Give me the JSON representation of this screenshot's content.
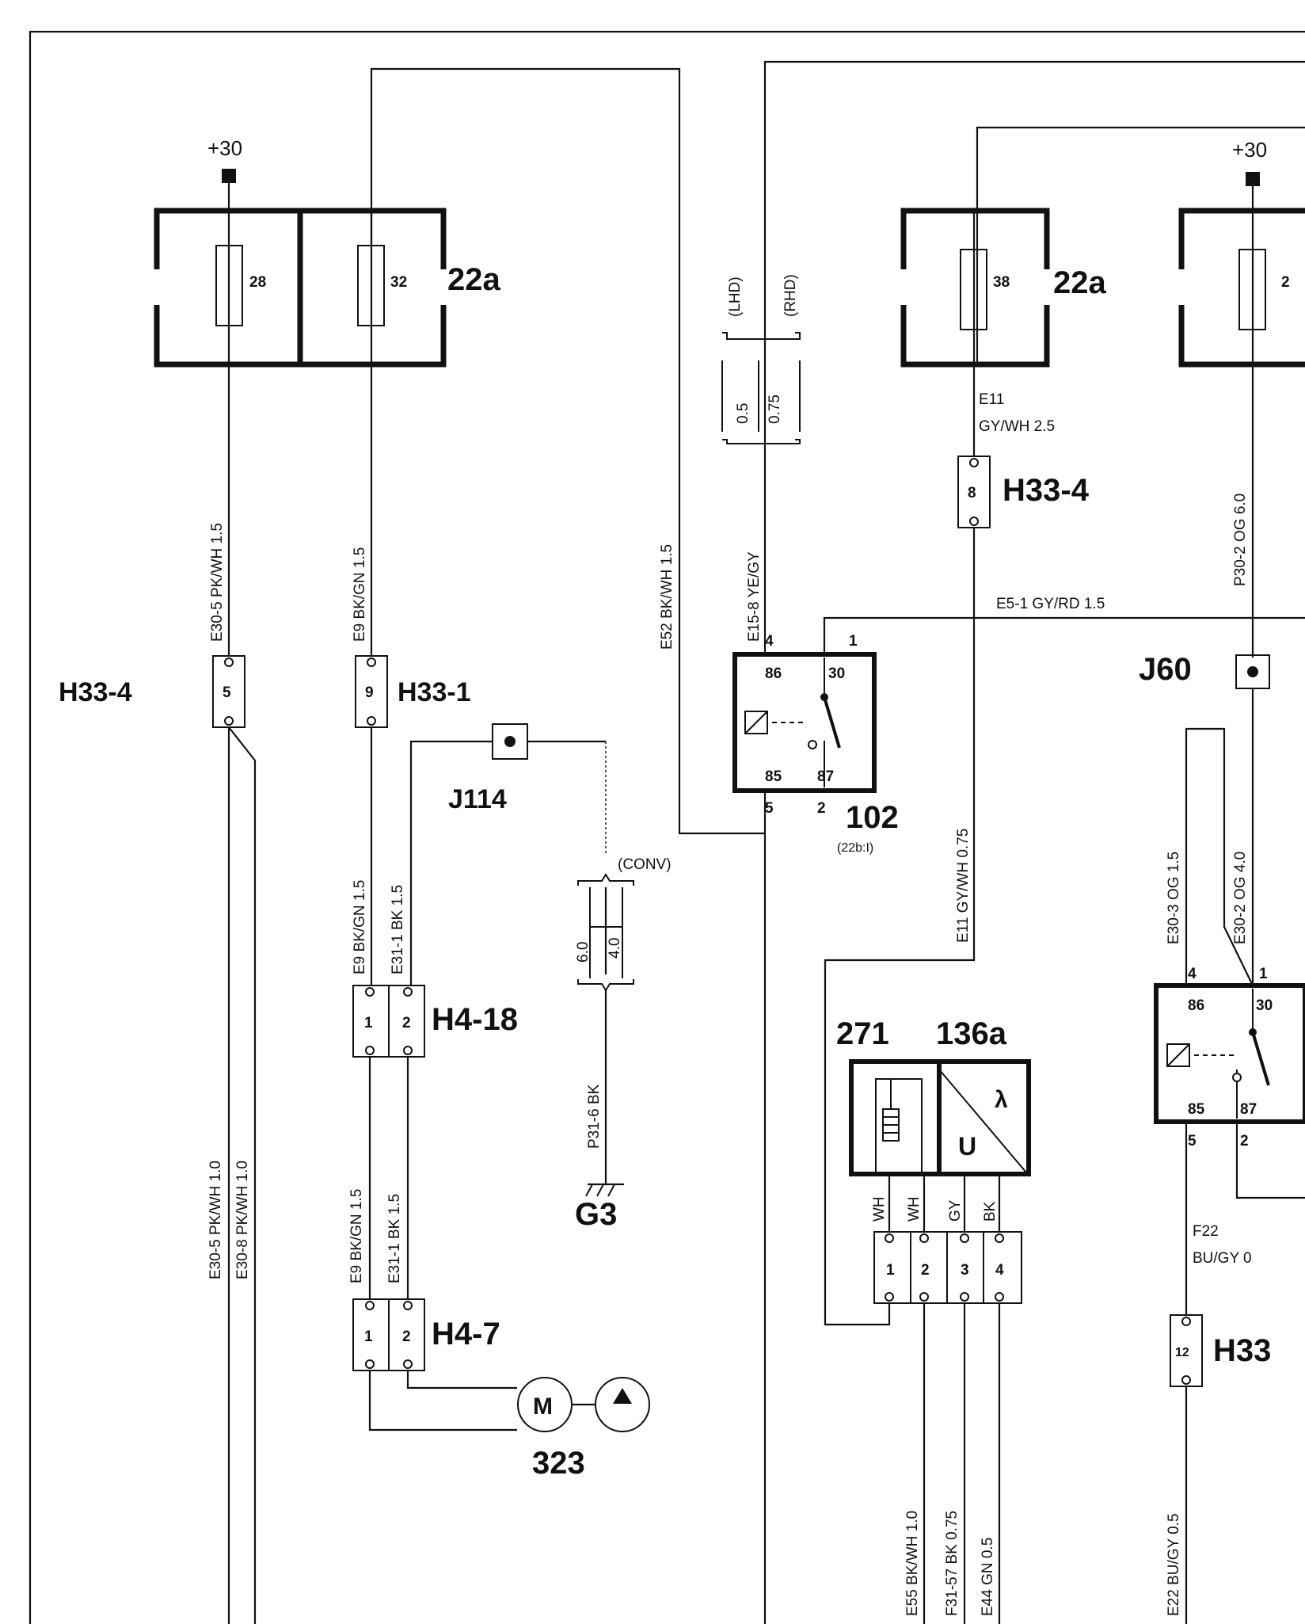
{
  "diagram": {
    "supply": {
      "left": "+30",
      "right": "+30"
    },
    "fuse_box_left": {
      "label": "22a",
      "fuses": [
        "28",
        "32"
      ]
    },
    "fuse_box_mid": {
      "label": "22a",
      "fuse": "38"
    },
    "fuse_box_right": {
      "fuse": "2"
    },
    "lhd": "(LHD)",
    "rhd": "(RHD)",
    "size_lhd": "0.5",
    "size_rhd": "0.75",
    "conv": "(CONV)",
    "size_a": "6.0",
    "size_b": "4.0",
    "wires": {
      "e30_5_top": "E30-5   PK/WH 1.5",
      "e9_top": "E9  BK/GN  1.5",
      "e52": "E52   BK/WH 1.5",
      "e15_8": "E15-8   YE/GY",
      "e11_code": "E11",
      "e11_top": "GY/WH 2.5",
      "p30_2": "P30-2    OG 6.0",
      "e5_1": "E5-1    GY/RD  1.5",
      "e9_mid": "E9  BK/GN  1.5",
      "e31_1_mid": "E31-1   BK  1.5",
      "e11_mid": "E11     GY/WH 0.75",
      "e30_3": "E30-3    OG 1.5",
      "e30_2": "E30-2    OG 4.0",
      "p31_6": "P31-6     BK",
      "e30_5_low": "E30-5    PK/WH 1.0",
      "e30_8_low": "E30-8    PK/WH 1.0",
      "e9_low": "E9  BK/GN  1.5",
      "e31_1_low": "E31-1    BK  1.5",
      "wh1": "WH",
      "wh2": "WH",
      "gy": "GY",
      "bk": "BK",
      "f22_code": "F22",
      "f22": "BU/GY  0",
      "e55": "E55   BK/WH 1.0",
      "f31_57": "F31-57   BK 0.75",
      "e44": "E44    GN 0.5",
      "e22": "E22     BU/GY 0.5"
    },
    "connectors": {
      "h33_4_left": "H33-4",
      "h33_4_left_pin": "5",
      "h33_1": "H33-1",
      "h33_1_pin": "9",
      "h33_4_mid": "H33-4",
      "h33_4_mid_pin": "8",
      "h4_18": "H4-18",
      "h4_7": "H4-7",
      "h33_right": "H33",
      "h33_right_pin": "12",
      "pin1": "1",
      "pin2": "2",
      "pin3": "3",
      "pin4": "4"
    },
    "splices": {
      "j114": "J114",
      "j60": "J60"
    },
    "ground": "G3",
    "relay_102": {
      "label": "102",
      "ref": "(22b:I)",
      "t86": "86",
      "t30": "30",
      "t85": "85",
      "t87": "87",
      "p4": "4",
      "p1": "1",
      "p5": "5",
      "p2": "2"
    },
    "relay_right": {
      "t86": "86",
      "t30": "30",
      "t85": "85",
      "t87": "87",
      "p4": "4",
      "p1": "1",
      "p5": "5",
      "p2": "2"
    },
    "sensor": {
      "label_a": "271",
      "label_b": "136a",
      "u": "U",
      "lambda": "λ"
    },
    "motor": {
      "label": "323",
      "m": "M"
    }
  }
}
